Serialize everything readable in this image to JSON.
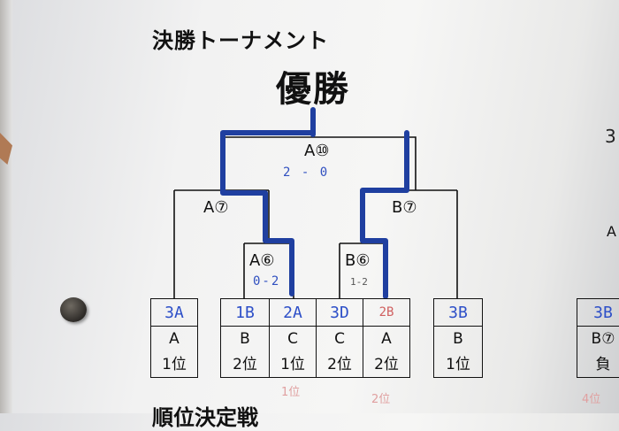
{
  "title": "決勝トーナメント",
  "winner_label": "優勝",
  "bottom_heading": "順位決定戦",
  "right_fragment": "3",
  "final": {
    "label": "A⑩",
    "score": "2 - 0"
  },
  "semis": [
    {
      "label": "A⑦"
    },
    {
      "label": "B⑦"
    }
  ],
  "quarters": [
    {
      "label": "A⑥",
      "score": "0-2"
    },
    {
      "label": "B⑥",
      "score": "1-2"
    }
  ],
  "teams": [
    {
      "seed": "3A",
      "group": "A",
      "rank": "1位"
    },
    {
      "seed": "1B",
      "group": "B",
      "rank": "2位"
    },
    {
      "seed": "2A",
      "group": "C",
      "rank": "1位"
    },
    {
      "seed": "3D",
      "group": "C",
      "rank": "2位"
    },
    {
      "seed": "2B",
      "group": "A",
      "rank": "2位"
    },
    {
      "seed": "3B",
      "group": "B",
      "rank": "1位"
    }
  ],
  "notes_below": [
    "1位",
    "2位"
  ],
  "side_bracket": {
    "seed_top": "A",
    "seed": "3B",
    "label": "B⑦",
    "result": "負",
    "note": "4位"
  },
  "colors": {
    "marker": "#1f3fa0",
    "pen_blue": "#2d4fc8",
    "pen_red": "#d06060"
  }
}
